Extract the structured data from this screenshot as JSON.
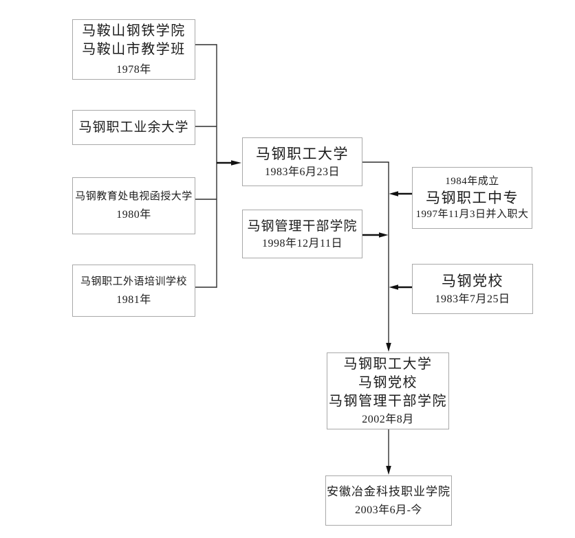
{
  "diagram": {
    "description": "School merger history flowchart",
    "colors": {
      "background": "#ffffff",
      "box_border": "#a8a8a8",
      "connector_line": "#2f2f2f",
      "arrow": "#111111",
      "text": "#1c1c1c"
    },
    "boxes": {
      "maanshan_steel_institute": {
        "line1": "马鞍山钢铁学院",
        "line2": "马鞍山市教学班",
        "date": "1978年"
      },
      "spare_time_university": {
        "name": "马钢职工业余大学"
      },
      "tv_correspondence_university": {
        "name": "马钢教育处电视函授大学",
        "date": "1980年"
      },
      "foreign_language_school": {
        "name": "马钢职工外语培训学校",
        "date": "1981年"
      },
      "staff_university": {
        "name": "马钢职工大学",
        "date": "1983年6月23日"
      },
      "management_cadre_institute": {
        "name": "马钢管理干部学院",
        "date": "1998年12月11日"
      },
      "staff_secondary_school": {
        "founded": "1984年成立",
        "name": "马钢职工中专",
        "merged": "1997年11月3日并入职大"
      },
      "party_school": {
        "name": "马钢党校",
        "date": "1983年7月25日"
      },
      "merged_2002": {
        "line1": "马钢职工大学",
        "line2": "马钢党校",
        "line3": "马钢管理干部学院",
        "date": "2002年8月"
      },
      "anhui_vocational_college": {
        "name": "安徽冶金科技职业学院",
        "date": "2003年6月-今"
      }
    }
  }
}
